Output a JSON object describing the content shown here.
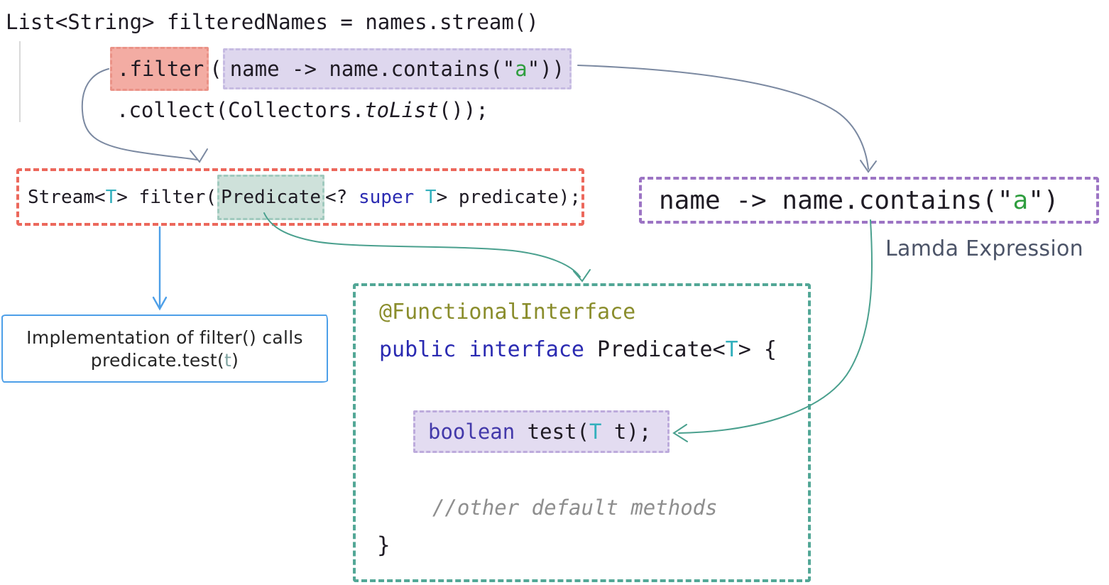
{
  "top_code": {
    "line1": "List<String> filteredNames = names.stream()",
    "filter_call": ".filter",
    "open_paren": "(",
    "lambda_pre": "name -> name.contains(\"",
    "lambda_arg": "a",
    "lambda_post": "\"))",
    "collect_pre": ".collect(Collectors.",
    "collect_tolist": "toList",
    "collect_post": "());"
  },
  "signature_box": {
    "t_stream": "Stream<",
    "t_generic1": "T",
    "t_filter": "> filter(",
    "t_predicate": "Predicate",
    "t_wildcard": "<? ",
    "t_super": "super",
    "t_generic2": " T",
    "t_end": "> predicate);"
  },
  "lambda_box": {
    "pre": "name -> name.contains(\"",
    "arg": "a",
    "post": "\")",
    "caption": "Lamda Expression"
  },
  "impl_note": {
    "line1": "Implementation of filter() calls",
    "line2_pre": "predicate.test(",
    "line2_arg": "t",
    "line2_post": ")"
  },
  "interface_box": {
    "annotation": "@FunctionalInterface",
    "kw_modifiers": "public interface ",
    "name_pre": "Predicate<",
    "generic": "T",
    "name_post": "> {",
    "method": {
      "kw_return": "boolean",
      "name": " test(",
      "generic": "T",
      "end": " t);"
    },
    "comment": "//other default methods",
    "closing_brace": "}"
  },
  "colors": {
    "red_box_border": "#ec685c",
    "red_highlight_fill": "#f3aca3",
    "purple_highlight_fill": "#ded7ee",
    "lambda_box_border": "#9c74c4",
    "teal_box_border": "#52a796",
    "predicate_highlight_fill": "#cee1da",
    "test_highlight_fill": "#e3dcf1",
    "blue_box_border": "#4d9fe8",
    "slate_arrow": "#7b89a1",
    "teal_arrow": "#4aa08e",
    "blue_arrow": "#4d9fe8",
    "keyword_blue": "#2b2bb2",
    "generic_teal": "#33b0bd",
    "string_green": "#2f9e3f",
    "annotation_olive": "#8a8d2c",
    "comment_gray": "#8e8e8e",
    "caption_slate": "#4c5468"
  }
}
